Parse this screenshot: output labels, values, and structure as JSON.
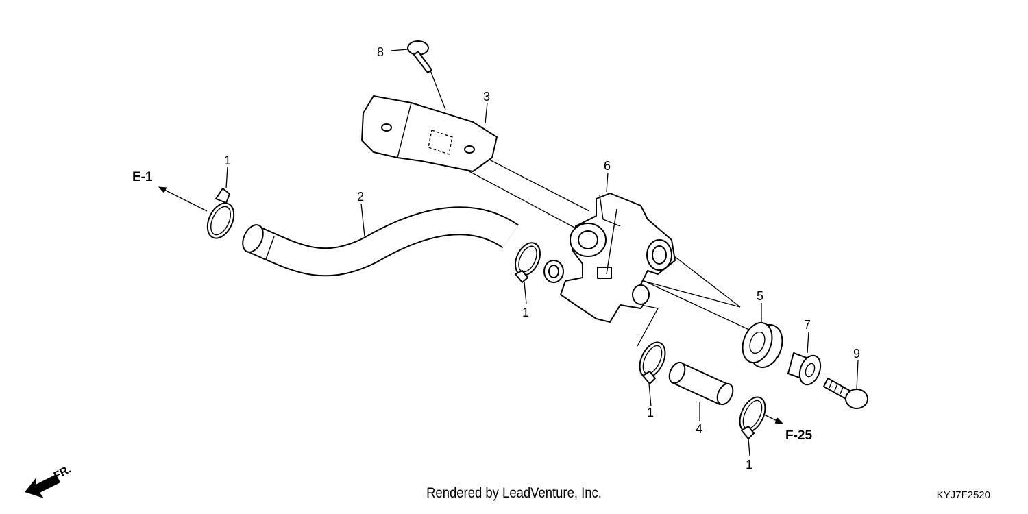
{
  "callouts": {
    "c1a": "1",
    "c1b": "1",
    "c1c": "1",
    "c1d": "1",
    "c2": "2",
    "c3": "3",
    "c4": "4",
    "c5": "5",
    "c6": "6",
    "c7": "7",
    "c8": "8",
    "c9": "9"
  },
  "refs": {
    "e1": "E-1",
    "f25": "F-25"
  },
  "direction": {
    "label": "FR.",
    "icon": "front-arrow-icon"
  },
  "footer": {
    "credit": "Rendered by LeadVenture, Inc.",
    "code": "KYJ7F2520"
  }
}
